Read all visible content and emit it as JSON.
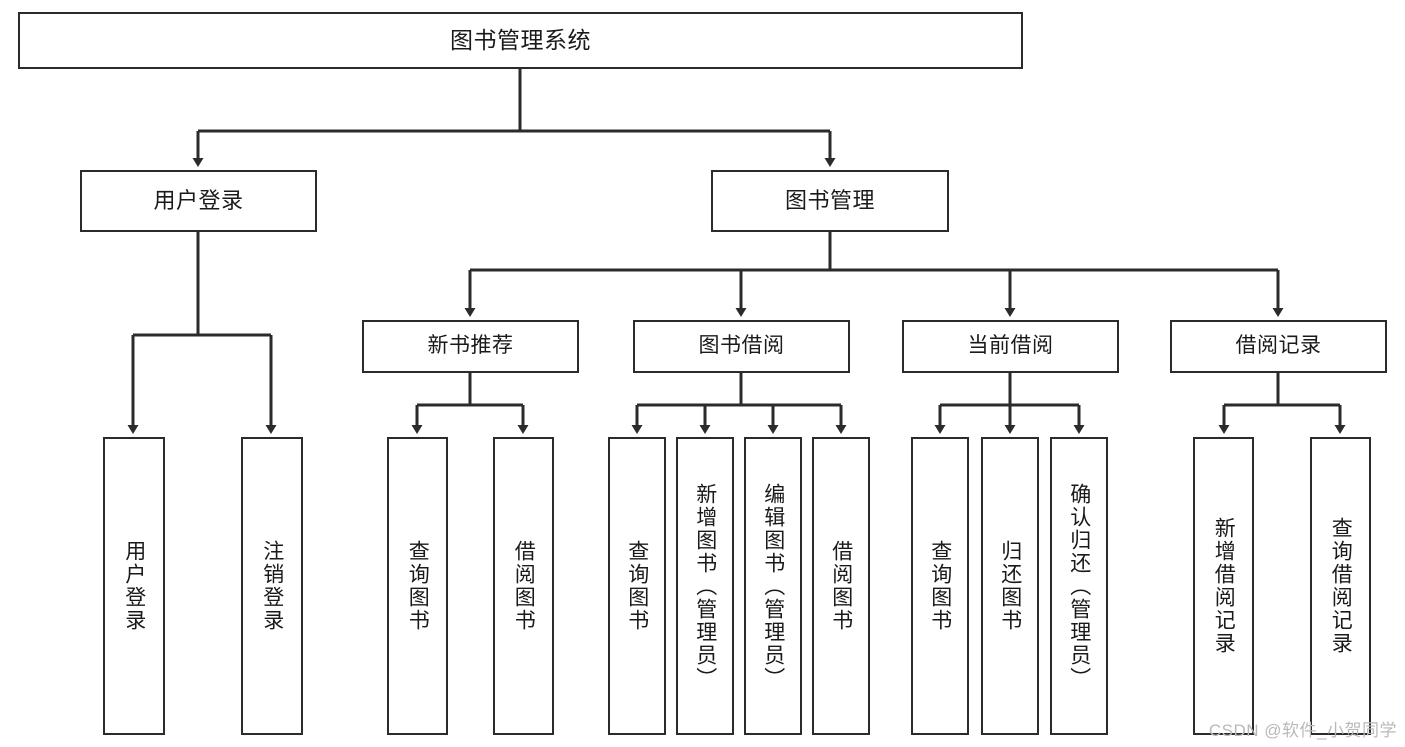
{
  "diagram": {
    "title": "图书管理系统",
    "type": "tree-hierarchy-chart",
    "root": {
      "label": "图书管理系统"
    },
    "level2": [
      {
        "label": "用户登录"
      },
      {
        "label": "图书管理"
      }
    ],
    "level3": [
      {
        "label": "新书推荐"
      },
      {
        "label": "图书借阅"
      },
      {
        "label": "当前借阅"
      },
      {
        "label": "借阅记录"
      }
    ],
    "leaves": {
      "user_login": [
        {
          "label": "用户登录"
        },
        {
          "label": "注销登录"
        }
      ],
      "new_book": [
        {
          "label": "查询图书"
        },
        {
          "label": "借阅图书"
        }
      ],
      "book_borrow": [
        {
          "label": "查询图书"
        },
        {
          "label": "新增图书（管理员）"
        },
        {
          "label": "编辑图书（管理员）"
        },
        {
          "label": "借阅图书"
        }
      ],
      "current_borrow": [
        {
          "label": "查询图书"
        },
        {
          "label": "归还图书"
        },
        {
          "label": "确认归还（管理员）"
        }
      ],
      "borrow_record": [
        {
          "label": "新增借阅记录"
        },
        {
          "label": "查询借阅记录"
        }
      ]
    }
  },
  "watermark": {
    "text": "CSDN @软件_小贺同学"
  },
  "colors": {
    "stroke": "#2b2b2b",
    "background": "#ffffff",
    "text": "#1a1a1a",
    "watermark": "#b9b9b9"
  }
}
